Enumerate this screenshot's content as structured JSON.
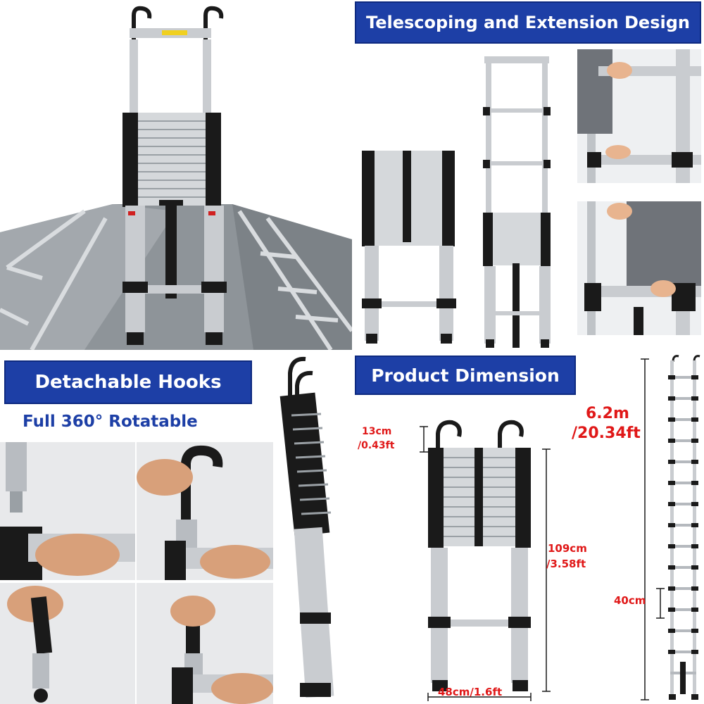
{
  "banners": {
    "telescoping": "Telescoping and Extension Design",
    "hooks": "Detachable Hooks",
    "dimension": "Product Dimension"
  },
  "subtitle": {
    "rotatable": "Full 360° Rotatable"
  },
  "dimensions": {
    "hook_height_cm": "13cm",
    "hook_height_ft": "/0.43ft",
    "collapsed_height_cm": "109cm",
    "collapsed_height_ft": "/3.58ft",
    "width": "48cm/1.6ft",
    "extended_m": "6.2m",
    "extended_ft": "/20.34ft",
    "rung_spacing": "40cm"
  },
  "colors": {
    "banner_blue": "#1d3fa6",
    "dimension_red": "#e01818",
    "aluminum": "#c9ccd0",
    "rubber_black": "#1a1a1a"
  },
  "icons": {
    "hook": "hook-icon",
    "ladder": "ladder-icon",
    "hand": "hand-icon"
  }
}
